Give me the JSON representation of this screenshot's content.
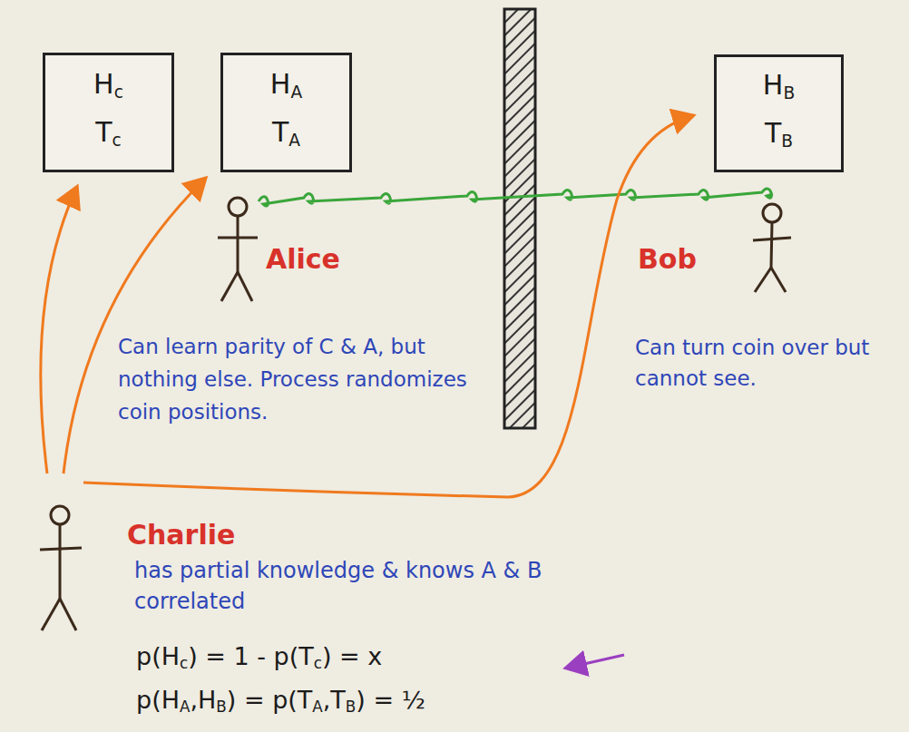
{
  "diagram": {
    "nodes": [
      {
        "text": [
          "Hc",
          "Tc"
        ]
      },
      {
        "text": [
          "HA",
          "TA"
        ]
      },
      {
        "text": [
          "HB",
          "TB"
        ]
      }
    ],
    "labels": [
      "Alice",
      "Bob",
      "Can learn parity of C & A, but nothing else. Process randomizes coin positions.",
      "Can turn coin over but cannot see.",
      "Charlie",
      "has partial knowledge & knows A & B correlated",
      "p(Hc) = 1 - p(Tc) = x",
      "p(HA,HB) = p(TA,TB) = ½"
    ]
  }
}
